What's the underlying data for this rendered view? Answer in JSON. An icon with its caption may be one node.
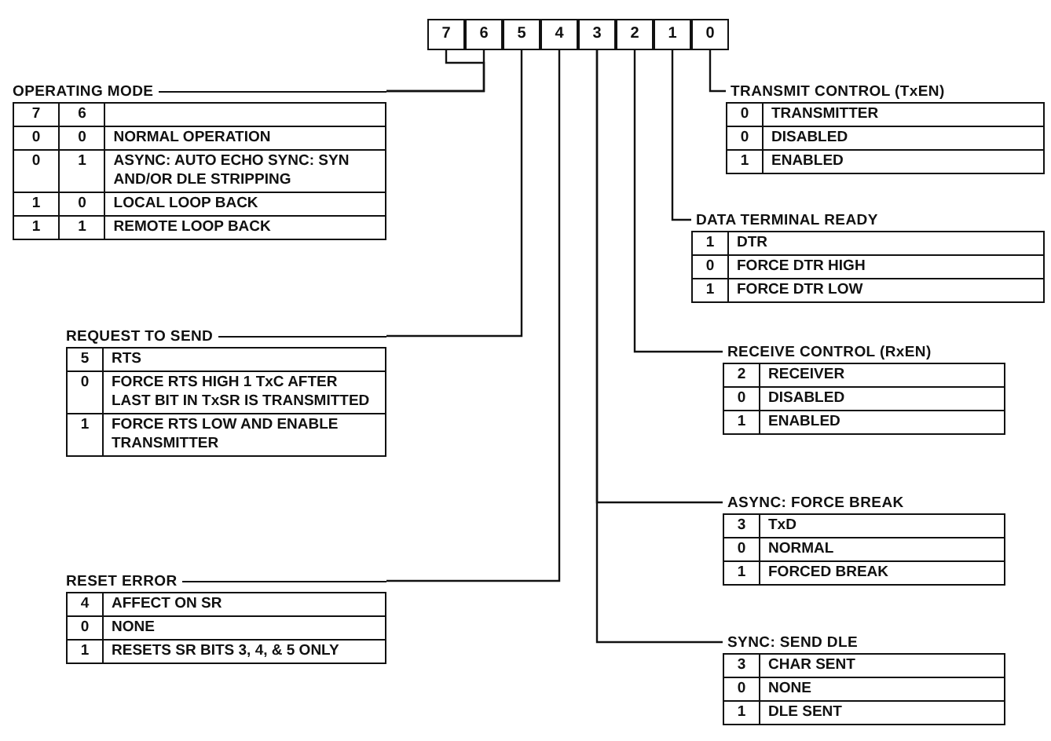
{
  "diagram": {
    "nodes": [
      {
        "text": [
          "7"
        ]
      },
      {
        "text": [
          "6"
        ]
      },
      {
        "text": [
          "5"
        ]
      },
      {
        "text": [
          "4"
        ]
      },
      {
        "text": [
          "3"
        ]
      },
      {
        "text": [
          "2"
        ]
      },
      {
        "text": [
          "1"
        ]
      },
      {
        "text": [
          "0"
        ]
      },
      {
        "text": [
          "OPERATING MODE",
          "7",
          "6",
          "0",
          "0",
          "NORMAL OPERATION",
          "0",
          "1",
          "ASYNC: AUTO ECHO SYNC: SYN AND/OR DLE STRIPPING",
          "1",
          "0",
          "LOCAL LOOP BACK",
          "1",
          "1",
          "REMOTE LOOP BACK"
        ]
      },
      {
        "text": [
          "TRANSMIT CONTROL (TxEN)",
          "0",
          "TRANSMITTER",
          "0",
          "DISABLED",
          "1",
          "ENABLED"
        ]
      },
      {
        "text": [
          "DATA TERMINAL READY",
          "1",
          "DTR",
          "0",
          "FORCE DTR HIGH",
          "1",
          "FORCE DTR LOW"
        ]
      },
      {
        "text": [
          "REQUEST TO SEND",
          "5",
          "RTS",
          "0",
          "FORCE RTS HIGH 1 TxC AFTER LAST BIT IN TxSR IS TRANSMITTED",
          "1",
          "FORCE RTS LOW AND ENABLE TRANSMITTER"
        ]
      },
      {
        "text": [
          "RECEIVE CONTROL (RxEN)",
          "2",
          "RECEIVER",
          "0",
          "DISABLED",
          "1",
          "ENABLED"
        ]
      },
      {
        "text": [
          "ASYNC: FORCE BREAK",
          "3",
          "TxD",
          "0",
          "NORMAL",
          "1",
          "FORCED BREAK"
        ]
      },
      {
        "text": [
          "RESET ERROR",
          "4",
          "AFFECT ON SR",
          "0",
          "NONE",
          "1",
          "RESETS SR BITS 3, 4, & 5 ONLY"
        ]
      },
      {
        "text": [
          "SYNC: SEND DLE",
          "3",
          "CHAR SENT",
          "0",
          "NONE",
          "1",
          "DLE SENT"
        ]
      }
    ],
    "edges": [
      {
        "from": 0,
        "to": 8,
        "arrow": "none"
      },
      {
        "from": 1,
        "to": 8,
        "arrow": "none"
      },
      {
        "from": 7,
        "to": 9,
        "arrow": "none"
      },
      {
        "from": 6,
        "to": 10,
        "arrow": "none"
      },
      {
        "from": 2,
        "to": 11,
        "arrow": "none"
      },
      {
        "from": 5,
        "to": 12,
        "arrow": "none"
      },
      {
        "from": 4,
        "to": 13,
        "arrow": "none"
      },
      {
        "from": 3,
        "to": 14,
        "arrow": "none"
      },
      {
        "from": 4,
        "to": 15,
        "arrow": "none"
      }
    ]
  }
}
